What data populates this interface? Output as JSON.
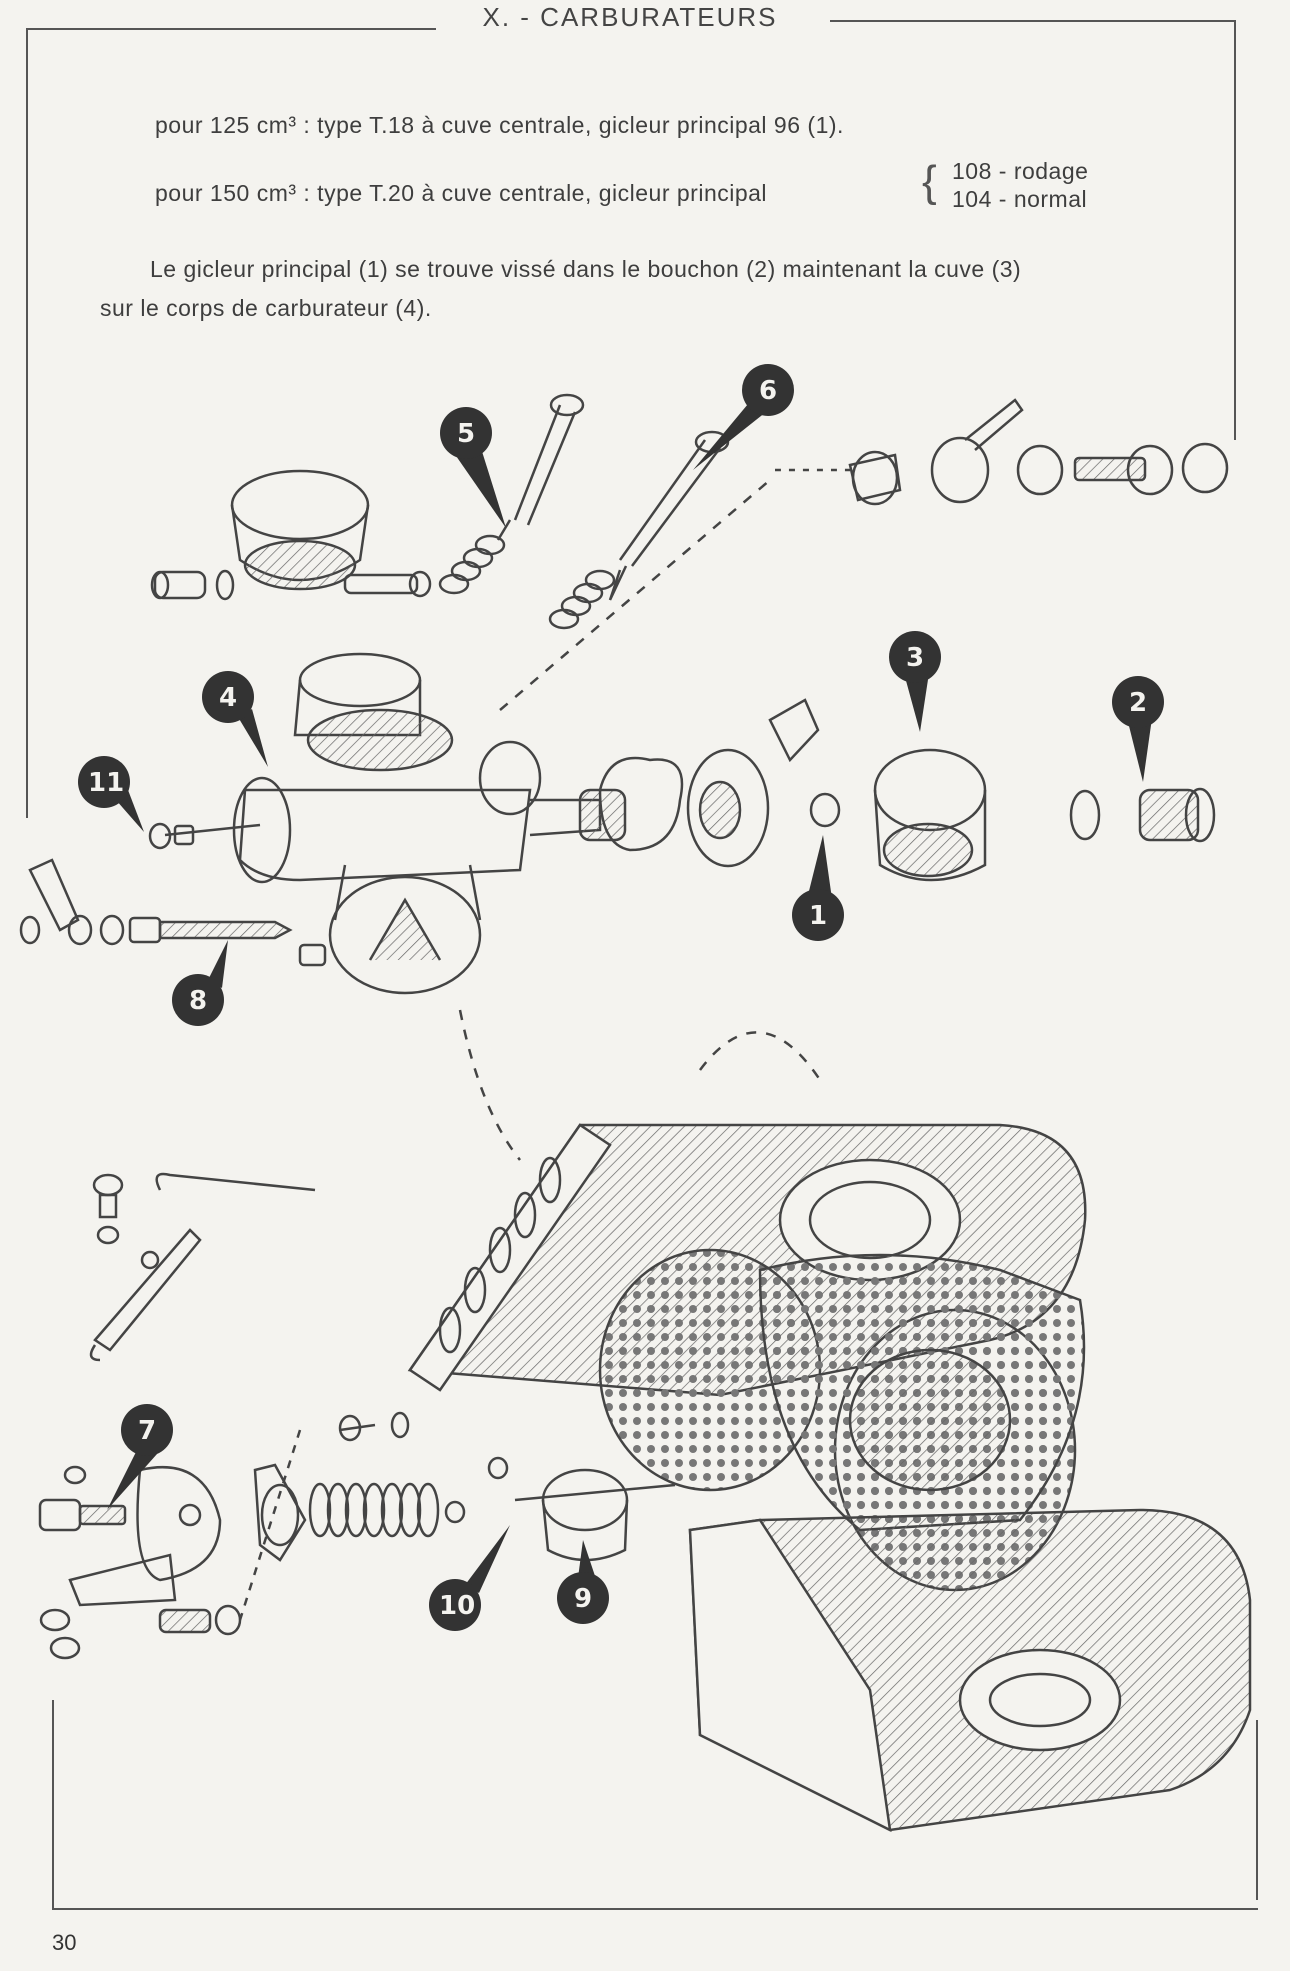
{
  "header": {
    "title": "X. - CARBURATEURS"
  },
  "specs": {
    "line1": "pour 125 cm³ : type T.18 à cuve centrale, gicleur principal 96 (1).",
    "line2": "pour 150 cm³ : type T.20 à cuve centrale, gicleur principal",
    "line2_opt1": "108 - rodage",
    "line2_opt2": "104 - normal"
  },
  "description": {
    "line1": "Le gicleur principal (1) se trouve vissé dans le bouchon (2) maintenant la cuve (3)",
    "line2": "sur le corps de carburateur (4)."
  },
  "callouts": [
    "1",
    "2",
    "3",
    "4",
    "5",
    "6",
    "7",
    "8",
    "9",
    "10",
    "11"
  ],
  "footer": {
    "page_number": "30"
  }
}
